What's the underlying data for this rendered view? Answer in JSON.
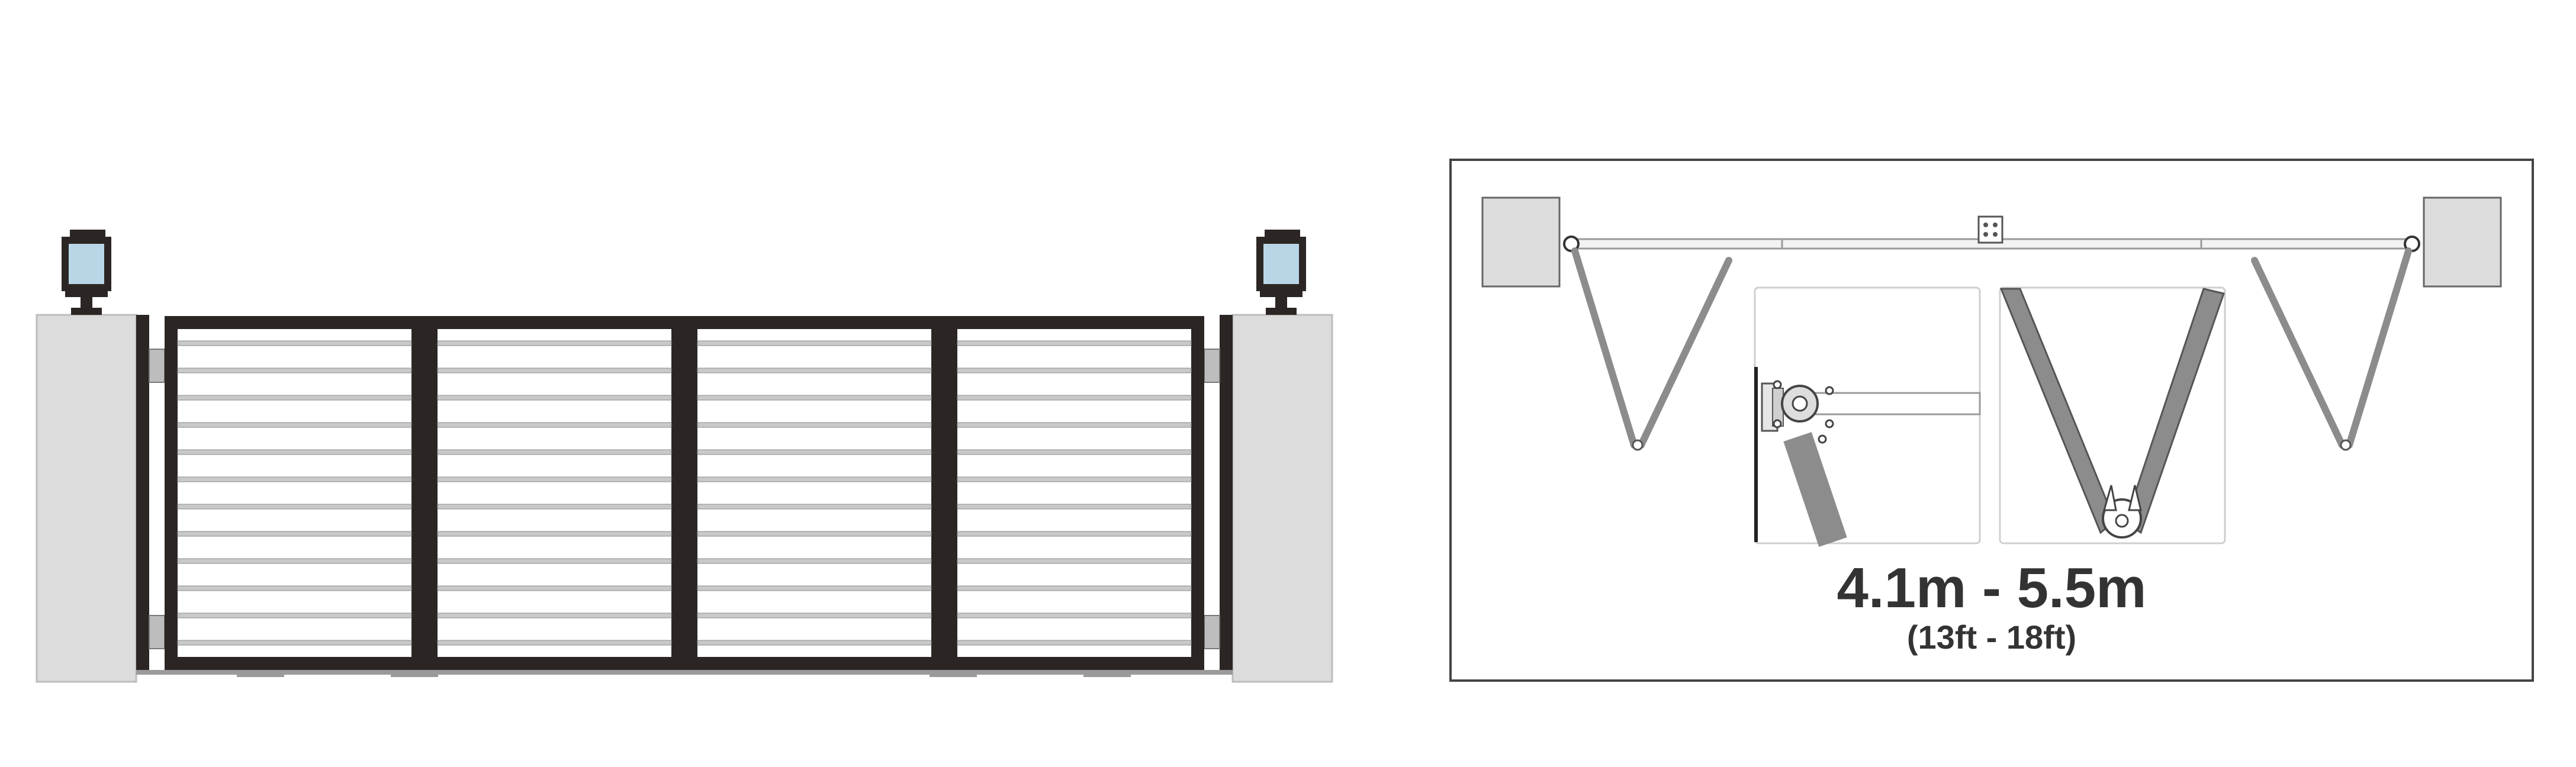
{
  "diagram": {
    "gate_view": {
      "panels": 4,
      "slats_per_panel": 12,
      "lamps": 2,
      "pillars": 2,
      "colors": {
        "frame": "#2b2624",
        "slat": "#c9c9c9",
        "pillar": "#dcdcdc",
        "lamp_glass": "#b9d6e6"
      }
    },
    "plan_view": {
      "dimension_label": "4.1m - 5.5m",
      "dimension_label_imperial": "(13ft - 18ft)",
      "colors": {
        "arm": "#8c8c8c",
        "box_border": "#444444"
      }
    }
  }
}
